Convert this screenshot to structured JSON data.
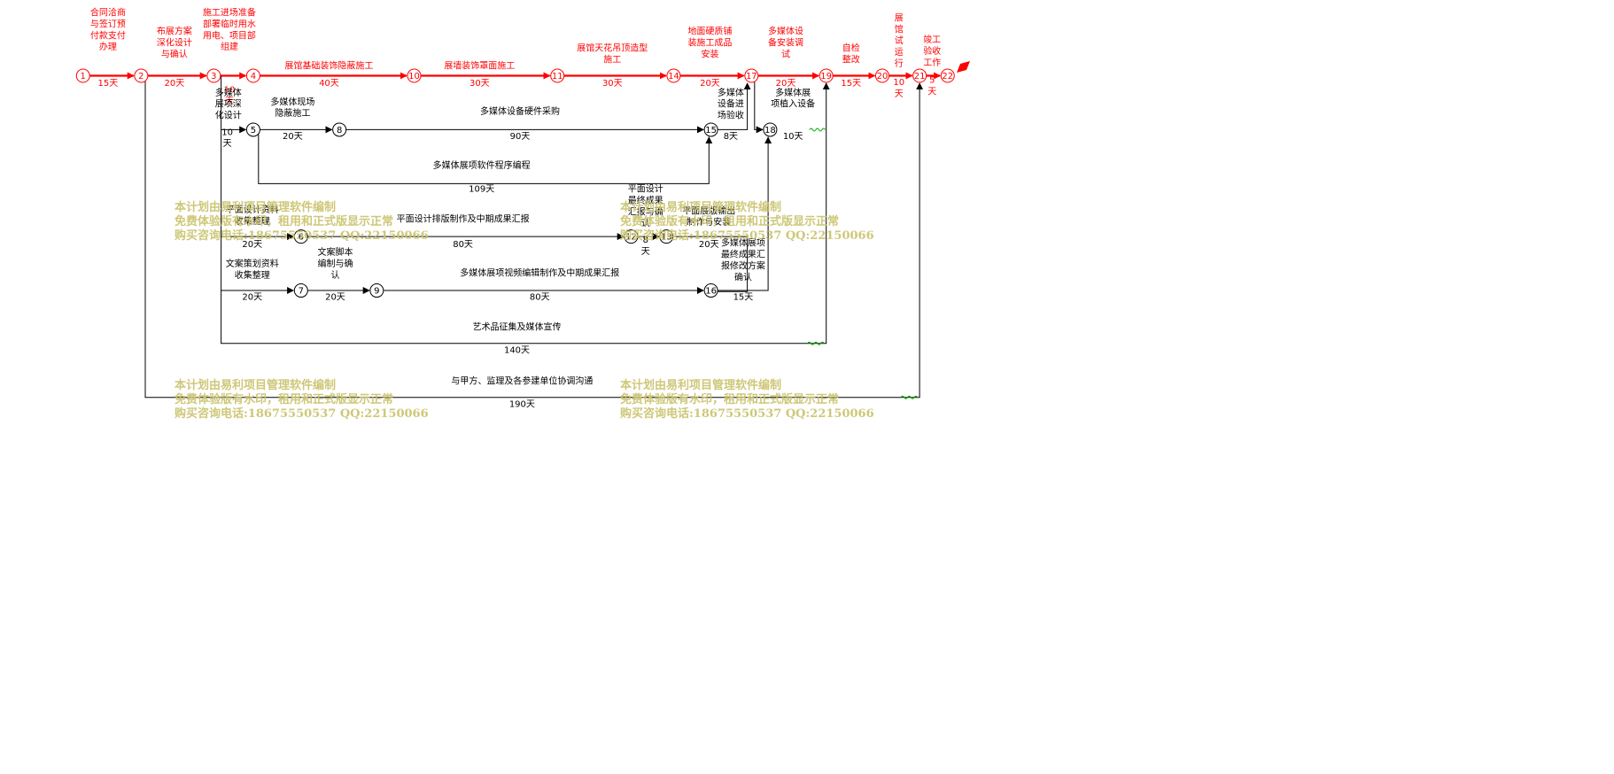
{
  "network": {
    "nodes": [
      "1",
      "2",
      "3",
      "4",
      "5",
      "6",
      "7",
      "8",
      "9",
      "10",
      "11",
      "12",
      "13",
      "14",
      "15",
      "16",
      "17",
      "18",
      "19",
      "20",
      "21",
      "22"
    ],
    "activities": [
      {
        "from": "1",
        "to": "2",
        "name": "合同洽商\n与签订预\n付款支付\n办理",
        "duration": "15天",
        "critical": true
      },
      {
        "from": "2",
        "to": "3",
        "name": "布展方案\n深化设计\n与确认",
        "duration": "20天",
        "critical": true
      },
      {
        "from": "3",
        "to": "4",
        "name": "施工进场准备\n部署临时用水\n用电、项目部\n组建",
        "duration": "10\n天",
        "critical": true
      },
      {
        "from": "4",
        "to": "10",
        "name": "展馆基础装饰隐蔽施工",
        "duration": "40天",
        "critical": true
      },
      {
        "from": "10",
        "to": "11",
        "name": "展墙装饰罩面施工",
        "duration": "30天",
        "critical": true
      },
      {
        "from": "11",
        "to": "14",
        "name": "展馆天花吊顶造型\n施工",
        "duration": "30天",
        "critical": true
      },
      {
        "from": "14",
        "to": "17",
        "name": "地面硬质铺\n装施工成品\n安装",
        "duration": "20天",
        "critical": true
      },
      {
        "from": "17",
        "to": "19",
        "name": "多媒体设\n备安装调\n试",
        "duration": "20天",
        "critical": true
      },
      {
        "from": "19",
        "to": "20",
        "name": "自检\n整改",
        "duration": "15天",
        "critical": true
      },
      {
        "from": "20",
        "to": "21",
        "name": "展\n馆\n试\n运\n行",
        "duration": "10\n天",
        "critical": true
      },
      {
        "from": "21",
        "to": "22",
        "name": "竣工\n验收\n工作",
        "duration": "5\n天",
        "critical": true
      },
      {
        "from": "3",
        "to": "5",
        "name": "多媒体\n展项深\n化设计",
        "duration": "10\n天",
        "critical": false
      },
      {
        "from": "5",
        "to": "8",
        "name": "多媒体现场\n隐蔽施工",
        "duration": "20天",
        "critical": false
      },
      {
        "from": "8",
        "to": "15",
        "name": "多媒体设备硬件采购",
        "duration": "90天",
        "critical": false
      },
      {
        "from": "5",
        "to": "15",
        "name": "多媒体展项软件程序编程",
        "duration": "109天",
        "critical": false
      },
      {
        "from": "15",
        "to": "17",
        "name": "多媒体\n设备进\n场验收",
        "duration": "8天",
        "critical": false
      },
      {
        "from": "17",
        "to": "18",
        "name": "多媒体展\n项植入设备",
        "duration": "10天",
        "critical": false
      },
      {
        "from": "3",
        "to": "6",
        "name": "平面设计资料\n收集整理",
        "duration": "20天",
        "critical": false
      },
      {
        "from": "6",
        "to": "12",
        "name": "平面设计排版制作及中期成果汇报",
        "duration": "80天",
        "critical": false
      },
      {
        "from": "12",
        "to": "13",
        "name": "平面设计\n最终成果\n汇报与确\n认",
        "duration": "8\n天",
        "critical": false
      },
      {
        "from": "13",
        "to": "16",
        "name": "平面展版输出\n制作与安装",
        "duration": "20天",
        "critical": false
      },
      {
        "from": "3",
        "to": "7",
        "name": "文案策划资料\n收集整理",
        "duration": "20天",
        "critical": false
      },
      {
        "from": "7",
        "to": "9",
        "name": "文案脚本\n编制与确\n认",
        "duration": "20天",
        "critical": false
      },
      {
        "from": "9",
        "to": "16",
        "name": "多媒体展项视频编辑制作及中期成果汇报",
        "duration": "80天",
        "critical": false
      },
      {
        "from": "16",
        "to": "18",
        "name": "多媒体展项\n最终成果汇\n报修改方案\n确认",
        "duration": "15天",
        "critical": false
      },
      {
        "from": "3",
        "to": "19",
        "name": "艺术品征集及媒体宣传",
        "duration": "140天",
        "critical": false
      },
      {
        "from": "2",
        "to": "21",
        "name": "与甲方、监理及各参建单位协调沟通",
        "duration": "190天",
        "critical": false
      }
    ]
  },
  "watermarks": [
    {
      "lines": "本计划由易利项目管理软件编制\n免费体验版有水印，租用和正式版显示正常\n购买咨询电话:18675550537 QQ:22150066"
    },
    {
      "lines": "本计划由易利项目管理软件编制\n免费体验版有水印，租用和正式版显示正常\n购买咨询电话:18675550537 QQ:22150066"
    },
    {
      "lines": "本计划由易利项目管理软件编制\n免费体验版有水印，租用和正式版显示正常\n购买咨询电话:18675550537 QQ:22150066"
    },
    {
      "lines": "本计划由易利项目管理软件编制\n免费体验版有水印，租用和正式版显示正常\n购买咨询电话:18675550537 QQ:22150066"
    }
  ],
  "colors": {
    "critical": "#ff0000",
    "normal": "#000000",
    "float": "#00aa00",
    "watermark": "#c9c26a"
  }
}
